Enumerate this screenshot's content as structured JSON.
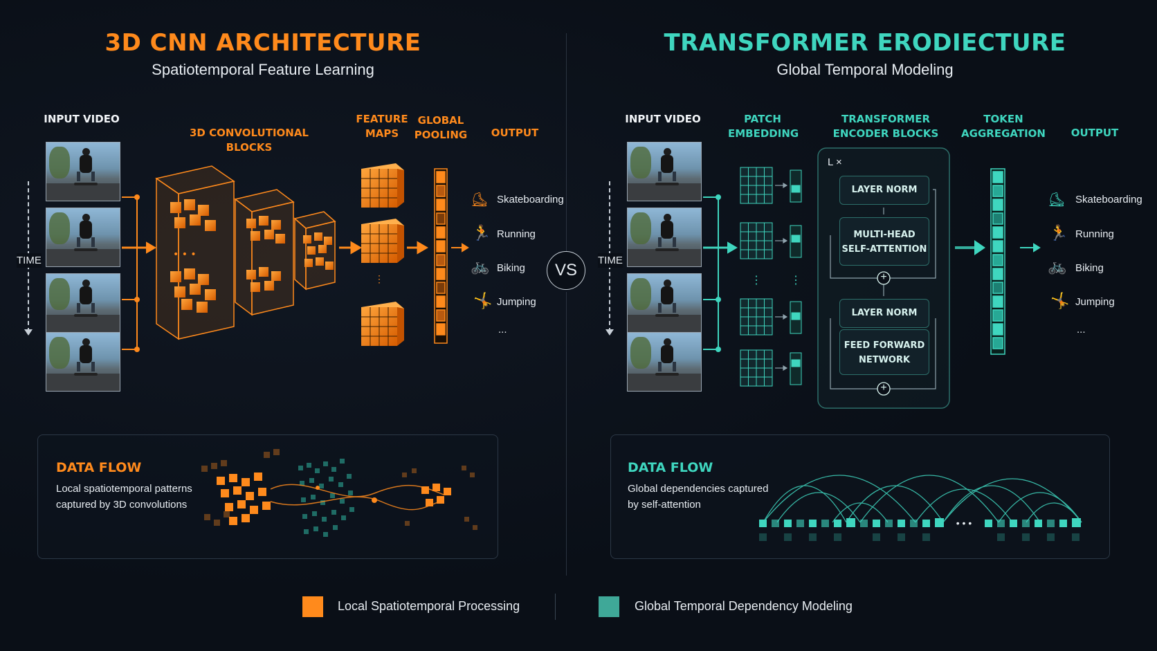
{
  "cnn": {
    "title": "3D CNN ARCHITECTURE",
    "subtitle": "Spatiotemporal Feature Learning",
    "labels": {
      "input_video": "INPUT VIDEO",
      "conv_blocks": "3D CONVOLUTIONAL BLOCKS",
      "feature_maps_1": "FEATURE",
      "feature_maps_2": "MAPS",
      "global_pooling_1": "GLOBAL",
      "global_pooling_2": "POOLING",
      "output": "OUTPUT",
      "time": "TIME"
    },
    "outputs": [
      "Skateboarding",
      "Running",
      "Biking",
      "Jumping",
      "..."
    ],
    "data_flow": {
      "title": "DATA FLOW",
      "text_1": "Local spatiotemporal patterns",
      "text_2": "captured by 3D convolutions"
    },
    "accent": "#ff8a1c"
  },
  "vs": "VS",
  "transformer": {
    "title": "TRANSFORMER ERODIECTURE",
    "subtitle": "Global Temporal Modeling",
    "labels": {
      "input_video": "INPUT VIDEO",
      "patch_embedding_1": "PATCH",
      "patch_embedding_2": "EMBEDDING",
      "encoder_blocks_1": "TRANSFORMER",
      "encoder_blocks_2": "ENCODER BLOCKS",
      "token_aggregation_1": "TOKEN",
      "token_aggregation_2": "AGGREGATION",
      "output": "OUTPUT",
      "time": "TIME",
      "repeat": "L ×"
    },
    "encoder": {
      "layer_norm_1": "LAYER NORM",
      "mhsa_1": "MULTI-HEAD",
      "mhsa_2": "SELF-ATTENTION",
      "layer_norm_2": "LAYER NORM",
      "ffn_1": "FEED FORWARD",
      "ffn_2": "NETWORK",
      "plus": "+"
    },
    "outputs": [
      "Skateboarding",
      "Running",
      "Biking",
      "Jumping",
      "..."
    ],
    "data_flow": {
      "title": "DATA FLOW",
      "text_1": "Global dependencies captured",
      "text_2": "by self-attention"
    },
    "accent": "#3fd6bf"
  },
  "legend": {
    "local": "Local Spatiotemporal Processing",
    "global": "Global Temporal Dependency Modeling"
  }
}
